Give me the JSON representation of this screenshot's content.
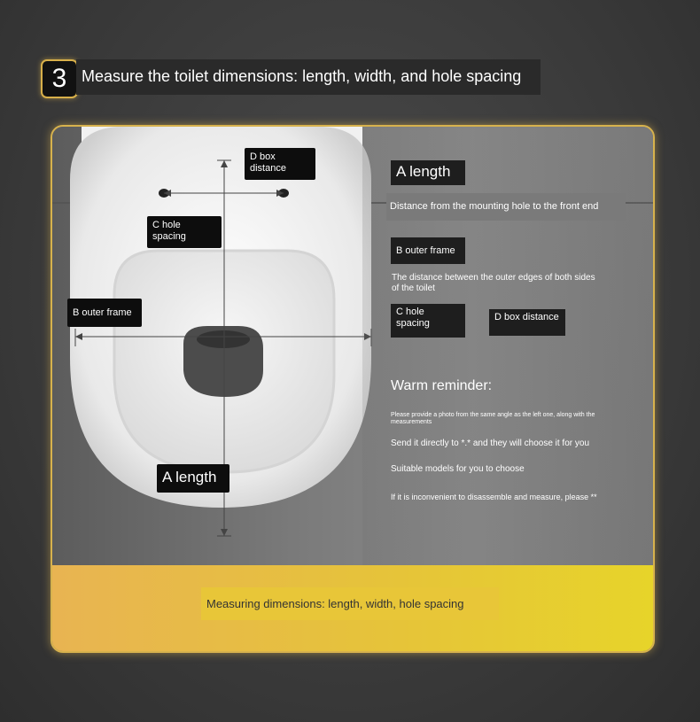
{
  "header": {
    "step_number": "3",
    "title": "Measure the toilet dimensions: length, width, and hole spacing"
  },
  "photo_labels": {
    "d_box": "D box distance",
    "c_hole": "C hole spacing",
    "b_outer": "B outer frame",
    "a_length": "A length"
  },
  "panel": {
    "a_title": "A length",
    "a_desc": "Distance from the mounting hole to the front end",
    "b_title": "B outer frame",
    "b_desc": "The distance between the outer edges of both sides of the toilet",
    "c_title": "C hole spacing",
    "d_title": "D box distance",
    "reminder_title": "Warm reminder:",
    "reminder_1": "Please provide a photo from the same angle as the left one, along with the measurements",
    "reminder_2": "Send it directly to *.* and they will choose it for you",
    "reminder_3": "Suitable models for you to choose",
    "reminder_4": "If it is inconvenient to disassemble and measure, please **"
  },
  "footer": {
    "text": "Measuring dimensions: length, width, hole spacing"
  },
  "colors": {
    "accent_gold": "#d7b24d",
    "footer_yellow": "#e6c33a",
    "label_bg": "#0d0d0d"
  }
}
